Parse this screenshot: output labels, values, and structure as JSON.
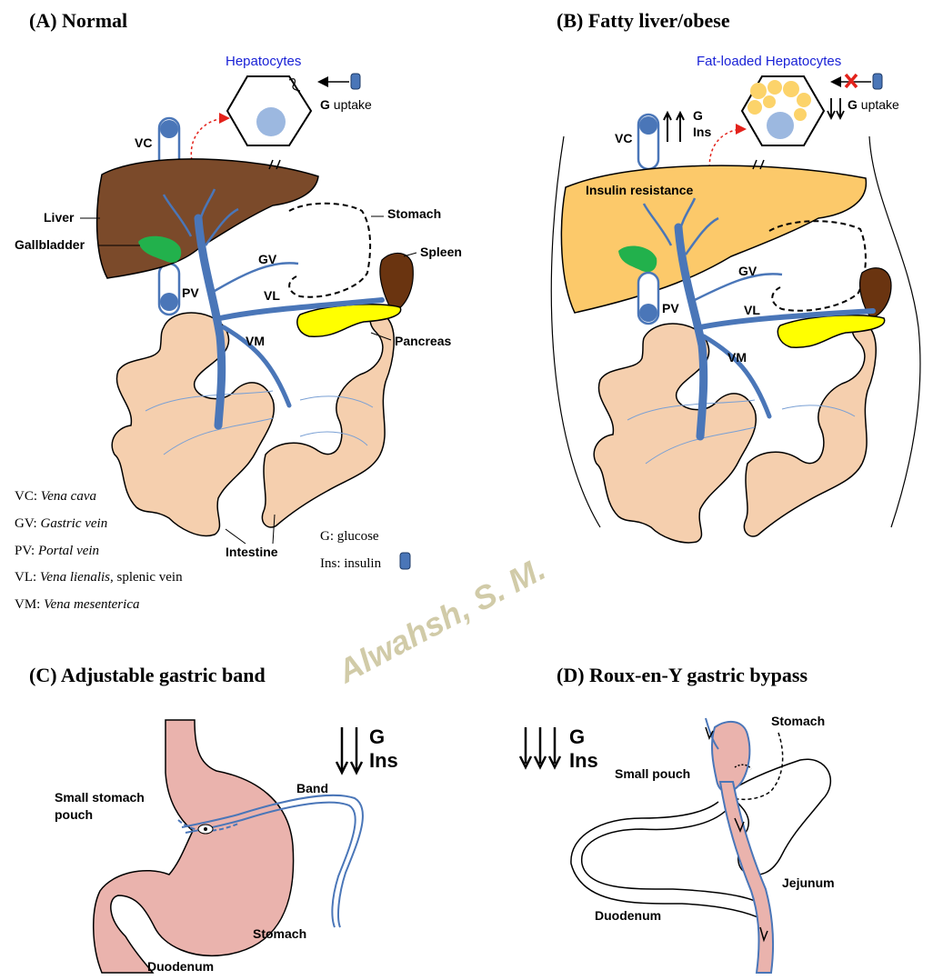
{
  "panels": {
    "a": {
      "title": "(A) Normal",
      "hepatocytes": "Hepatocytes",
      "uptake": "uptake",
      "g_bold": "G",
      "labels": {
        "vc": "VC",
        "liver": "Liver",
        "gallbladder": "Gallbladder",
        "stomach": "Stomach",
        "spleen": "Spleen",
        "gv": "GV",
        "pv": "PV",
        "vl": "VL",
        "vm": "VM",
        "pancreas": "Pancreas",
        "intestine": "Intestine"
      },
      "legend": [
        {
          "abbr": "VC: ",
          "name": "Vena cava",
          "extra": ""
        },
        {
          "abbr": "GV: ",
          "name": "Gastric vein",
          "extra": ""
        },
        {
          "abbr": "PV: ",
          "name": "Portal vein",
          "extra": ""
        },
        {
          "abbr": "VL: ",
          "name": "Vena lienalis",
          "extra": ", splenic vein"
        },
        {
          "abbr": "VM: ",
          "name": "Vena mesenterica",
          "extra": ""
        }
      ],
      "legend_right": {
        "glucose": "G: glucose",
        "insulin": "Ins: insulin"
      }
    },
    "b": {
      "title": "(B) Fatty liver/obese",
      "hepatocytes": "Fat-loaded Hepatocytes",
      "uptake": "uptake",
      "g_bold": "G",
      "g": "G",
      "ins": "Ins",
      "insulin_resistance": "Insulin resistance",
      "labels": {
        "vc": "VC",
        "gv": "GV",
        "pv": "PV",
        "vl": "VL",
        "vm": "VM"
      }
    },
    "c": {
      "title": "(C) Adjustable gastric band",
      "g": "G",
      "ins": "Ins",
      "labels": {
        "pouch_line1": "Small stomach",
        "pouch_line2": "pouch",
        "band": "Band",
        "stomach": "Stomach",
        "duodenum": "Duodenum"
      }
    },
    "d": {
      "title": "(D) Roux-en-Y gastric bypass",
      "g": "G",
      "ins": "Ins",
      "labels": {
        "stomach": "Stomach",
        "small_pouch": "Small pouch",
        "jejunum": "Jejunum",
        "duodenum": "Duodenum"
      }
    }
  },
  "watermark": "Alwahsh, S. M.",
  "colors": {
    "liver_normal": "#7b4a2a",
    "liver_fatty": "#fcc96a",
    "vein": "#4a76b8",
    "vein_light": "#9cb8e0",
    "pancreas": "#ffff00",
    "spleen": "#6a3410",
    "gallbladder": "#22b14c",
    "intestine": "#f5cfae",
    "stomach_pink": "#eab3ad",
    "hepatocyte_fat": "#fcd36a",
    "red_dash": "#e3221b"
  }
}
